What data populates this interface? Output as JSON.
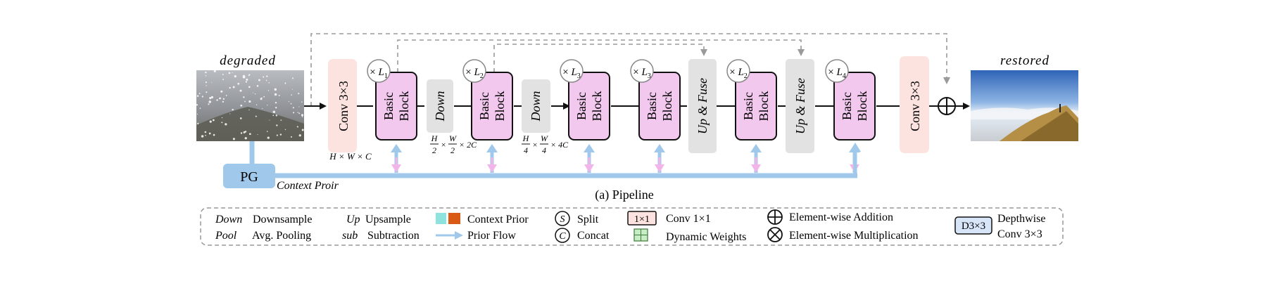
{
  "figure": {
    "caption": "(a) Pipeline",
    "input_label": "degraded",
    "output_label": "restored",
    "dims": {
      "d1": "H × W × C",
      "d2_h": "H",
      "d2_hd": "2",
      "d2_w": "W",
      "d2_wd": "2",
      "d2_c": "× 2C",
      "d3_h": "H",
      "d3_hd": "4",
      "d3_w": "W",
      "d3_wd": "4",
      "d3_c": "× 4C"
    },
    "conv_label": "Conv 3×3",
    "basic_block_line1": "Basic",
    "basic_block_line2": "Block",
    "down_label": "Down",
    "upfuse_label": "Up & Fuse",
    "repeat_prefix": "×",
    "repeats": [
      "L1",
      "L2",
      "L3",
      "L3",
      "L2",
      "L4"
    ],
    "pg_label": "PG",
    "context_label": "Context Proir"
  },
  "legend": {
    "down_abbr": "Down",
    "down_text": "Downsample",
    "pool_abbr": "Pool",
    "pool_text": "Avg. Pooling",
    "up_abbr": "Up",
    "up_text": "Upsample",
    "sub_abbr": "sub",
    "sub_text": "Subtraction",
    "context_prior": "Context Prior",
    "prior_flow": "Prior Flow",
    "split_symbol": "S",
    "split_text": "Split",
    "concat_symbol": "C",
    "concat_text": "Concat",
    "conv1_symbol": "1×1",
    "conv1_text": "Conv 1×1",
    "dynamic_text": "Dynamic Weights",
    "add_text": "Element-wise Addition",
    "mult_text": "Element-wise Multiplication",
    "dw_symbol": "D3×3",
    "dw_text1": "Depthwise",
    "dw_text2": "Conv 3×3"
  },
  "colors": {
    "basic_block_fill": "#f2c8ee",
    "conv_fill": "#fde3e0",
    "gray_block_fill": "#e2e2e2",
    "prior_blue": "#9fc8ea",
    "prior_pink": "#f1b5ea",
    "context_teal": "#8fe3de",
    "context_orange": "#d95a14"
  }
}
